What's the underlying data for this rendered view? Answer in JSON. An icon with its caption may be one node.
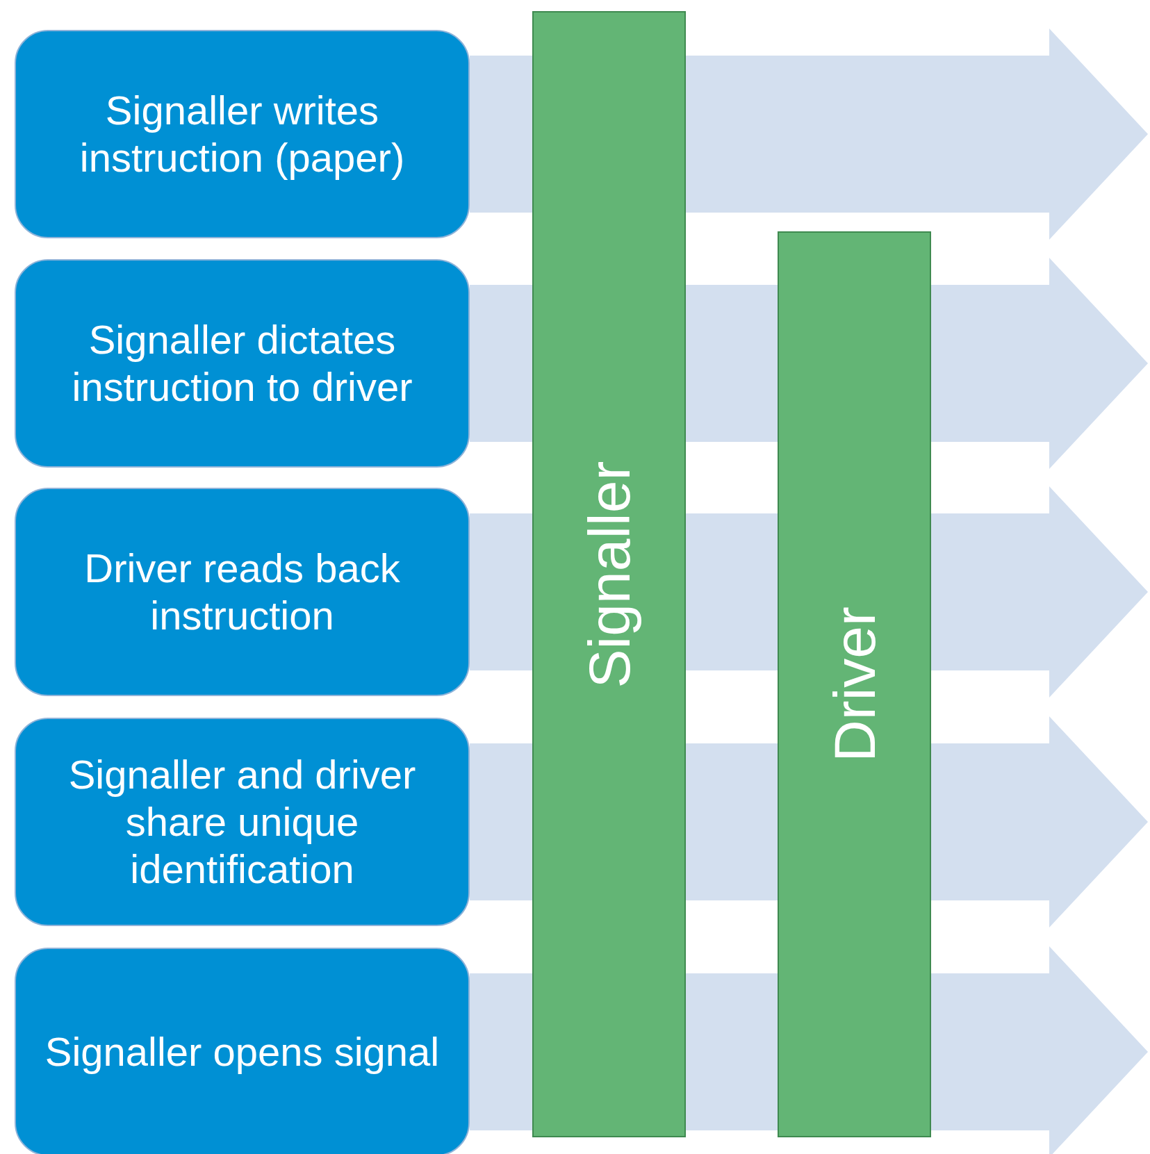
{
  "diagram": {
    "nodes": [
      {
        "text": [
          "Signaller writes instruction (paper)"
        ]
      },
      {
        "text": [
          "Signaller dictates instruction to driver"
        ]
      },
      {
        "text": [
          "Driver reads back instruction"
        ]
      },
      {
        "text": [
          "Signaller and driver share unique identification"
        ]
      },
      {
        "text": [
          "Signaller opens signal"
        ]
      },
      {
        "text": [
          "Signaller"
        ]
      },
      {
        "text": [
          "Driver"
        ]
      }
    ],
    "edges": [
      {
        "from": 0,
        "to": null,
        "arrow": "to"
      },
      {
        "from": 1,
        "to": null,
        "arrow": "to"
      },
      {
        "from": 2,
        "to": null,
        "arrow": "to"
      },
      {
        "from": 3,
        "to": null,
        "arrow": "to"
      },
      {
        "from": 4,
        "to": null,
        "arrow": "to"
      }
    ]
  }
}
